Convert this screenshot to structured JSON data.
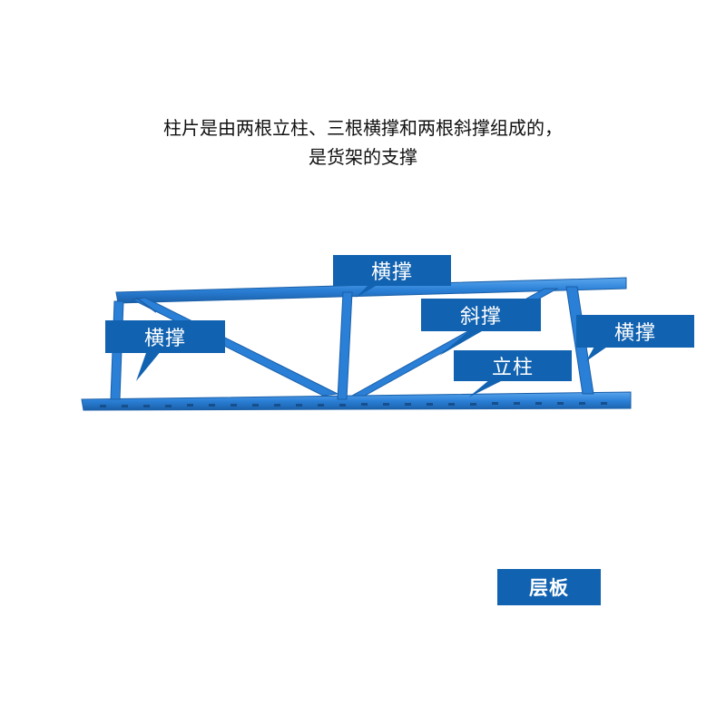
{
  "description": {
    "line1": "柱片是由两根立柱、三根横撑和两根斜撑组成的，",
    "line2": "是货架的支撑"
  },
  "labels": {
    "top_crossbar": "横撑",
    "left_crossbar": "横撑",
    "right_crossbar": "横撑",
    "diagonal_brace": "斜撑",
    "upright": "立柱",
    "shelf_panel": "层板"
  },
  "colors": {
    "frame_blue": "#2a7fd6",
    "label_bg": "#1162b0",
    "label_text": "#ffffff"
  }
}
